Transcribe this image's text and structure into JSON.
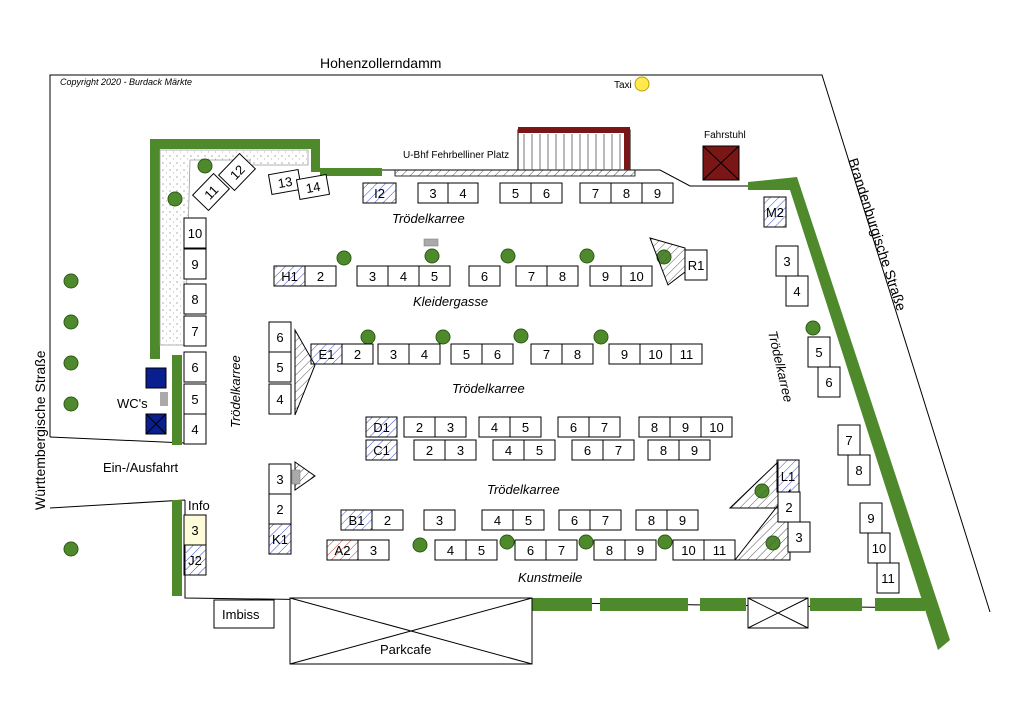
{
  "copyright": "Copyright 2020 - Burdack Märkte",
  "streets": {
    "north": "Hohenzollerndamm",
    "east": "Brandenburgische Straße",
    "west": "Württembergische Straße"
  },
  "labels": {
    "taxi": "Taxi",
    "fahrstuhl": "Fahrstuhl",
    "ubhf": "U-Bhf Fehrbelliner Platz",
    "wcs": "WC's",
    "einausfahrt": "Ein-/Ausfahrt",
    "info": "Info",
    "imbiss": "Imbiss",
    "parkcafe": "Parkcafe"
  },
  "areas": {
    "troedel_top": "Trödelkarree",
    "kleidergasse": "Kleidergasse",
    "troedel_mid": "Trödelkarree",
    "troedel_low": "Trödelkarree",
    "troedel_left": "Trödelkarree",
    "troedel_right": "Trödelkarree",
    "kunstmeile": "Kunstmeile"
  },
  "rows": {
    "i": [
      "I2",
      "3",
      "4",
      "5",
      "6",
      "7",
      "8",
      "9"
    ],
    "h": [
      "H1",
      "2",
      "3",
      "4",
      "5",
      "6",
      "7",
      "8",
      "9",
      "10"
    ],
    "r": [
      "R1"
    ],
    "e": [
      "E1",
      "2",
      "3",
      "4",
      "5",
      "6",
      "7",
      "8",
      "9",
      "10",
      "11"
    ],
    "d": [
      "D1",
      "2",
      "3",
      "4",
      "5",
      "6",
      "7",
      "8",
      "9",
      "10"
    ],
    "c": [
      "C1",
      "2",
      "3",
      "4",
      "5",
      "6",
      "7",
      "8",
      "9"
    ],
    "b": [
      "B1",
      "2",
      "3",
      "4",
      "5",
      "6",
      "7",
      "8",
      "9"
    ],
    "a": [
      "A2",
      "3",
      "4",
      "5",
      "6",
      "7",
      "8",
      "9",
      "10",
      "11"
    ],
    "l": [
      "L1",
      "2",
      "3"
    ],
    "m": [
      "M2",
      "3",
      "4",
      "5",
      "6",
      "7",
      "8",
      "9",
      "10",
      "11"
    ],
    "k": [
      "3",
      "2",
      "K1"
    ],
    "f": [
      "6",
      "5",
      "4"
    ],
    "g": [
      "6",
      "5",
      "4",
      "7",
      "8",
      "9",
      "10",
      "11",
      "12",
      "13",
      "14"
    ],
    "j": [
      "3",
      "J2"
    ]
  }
}
